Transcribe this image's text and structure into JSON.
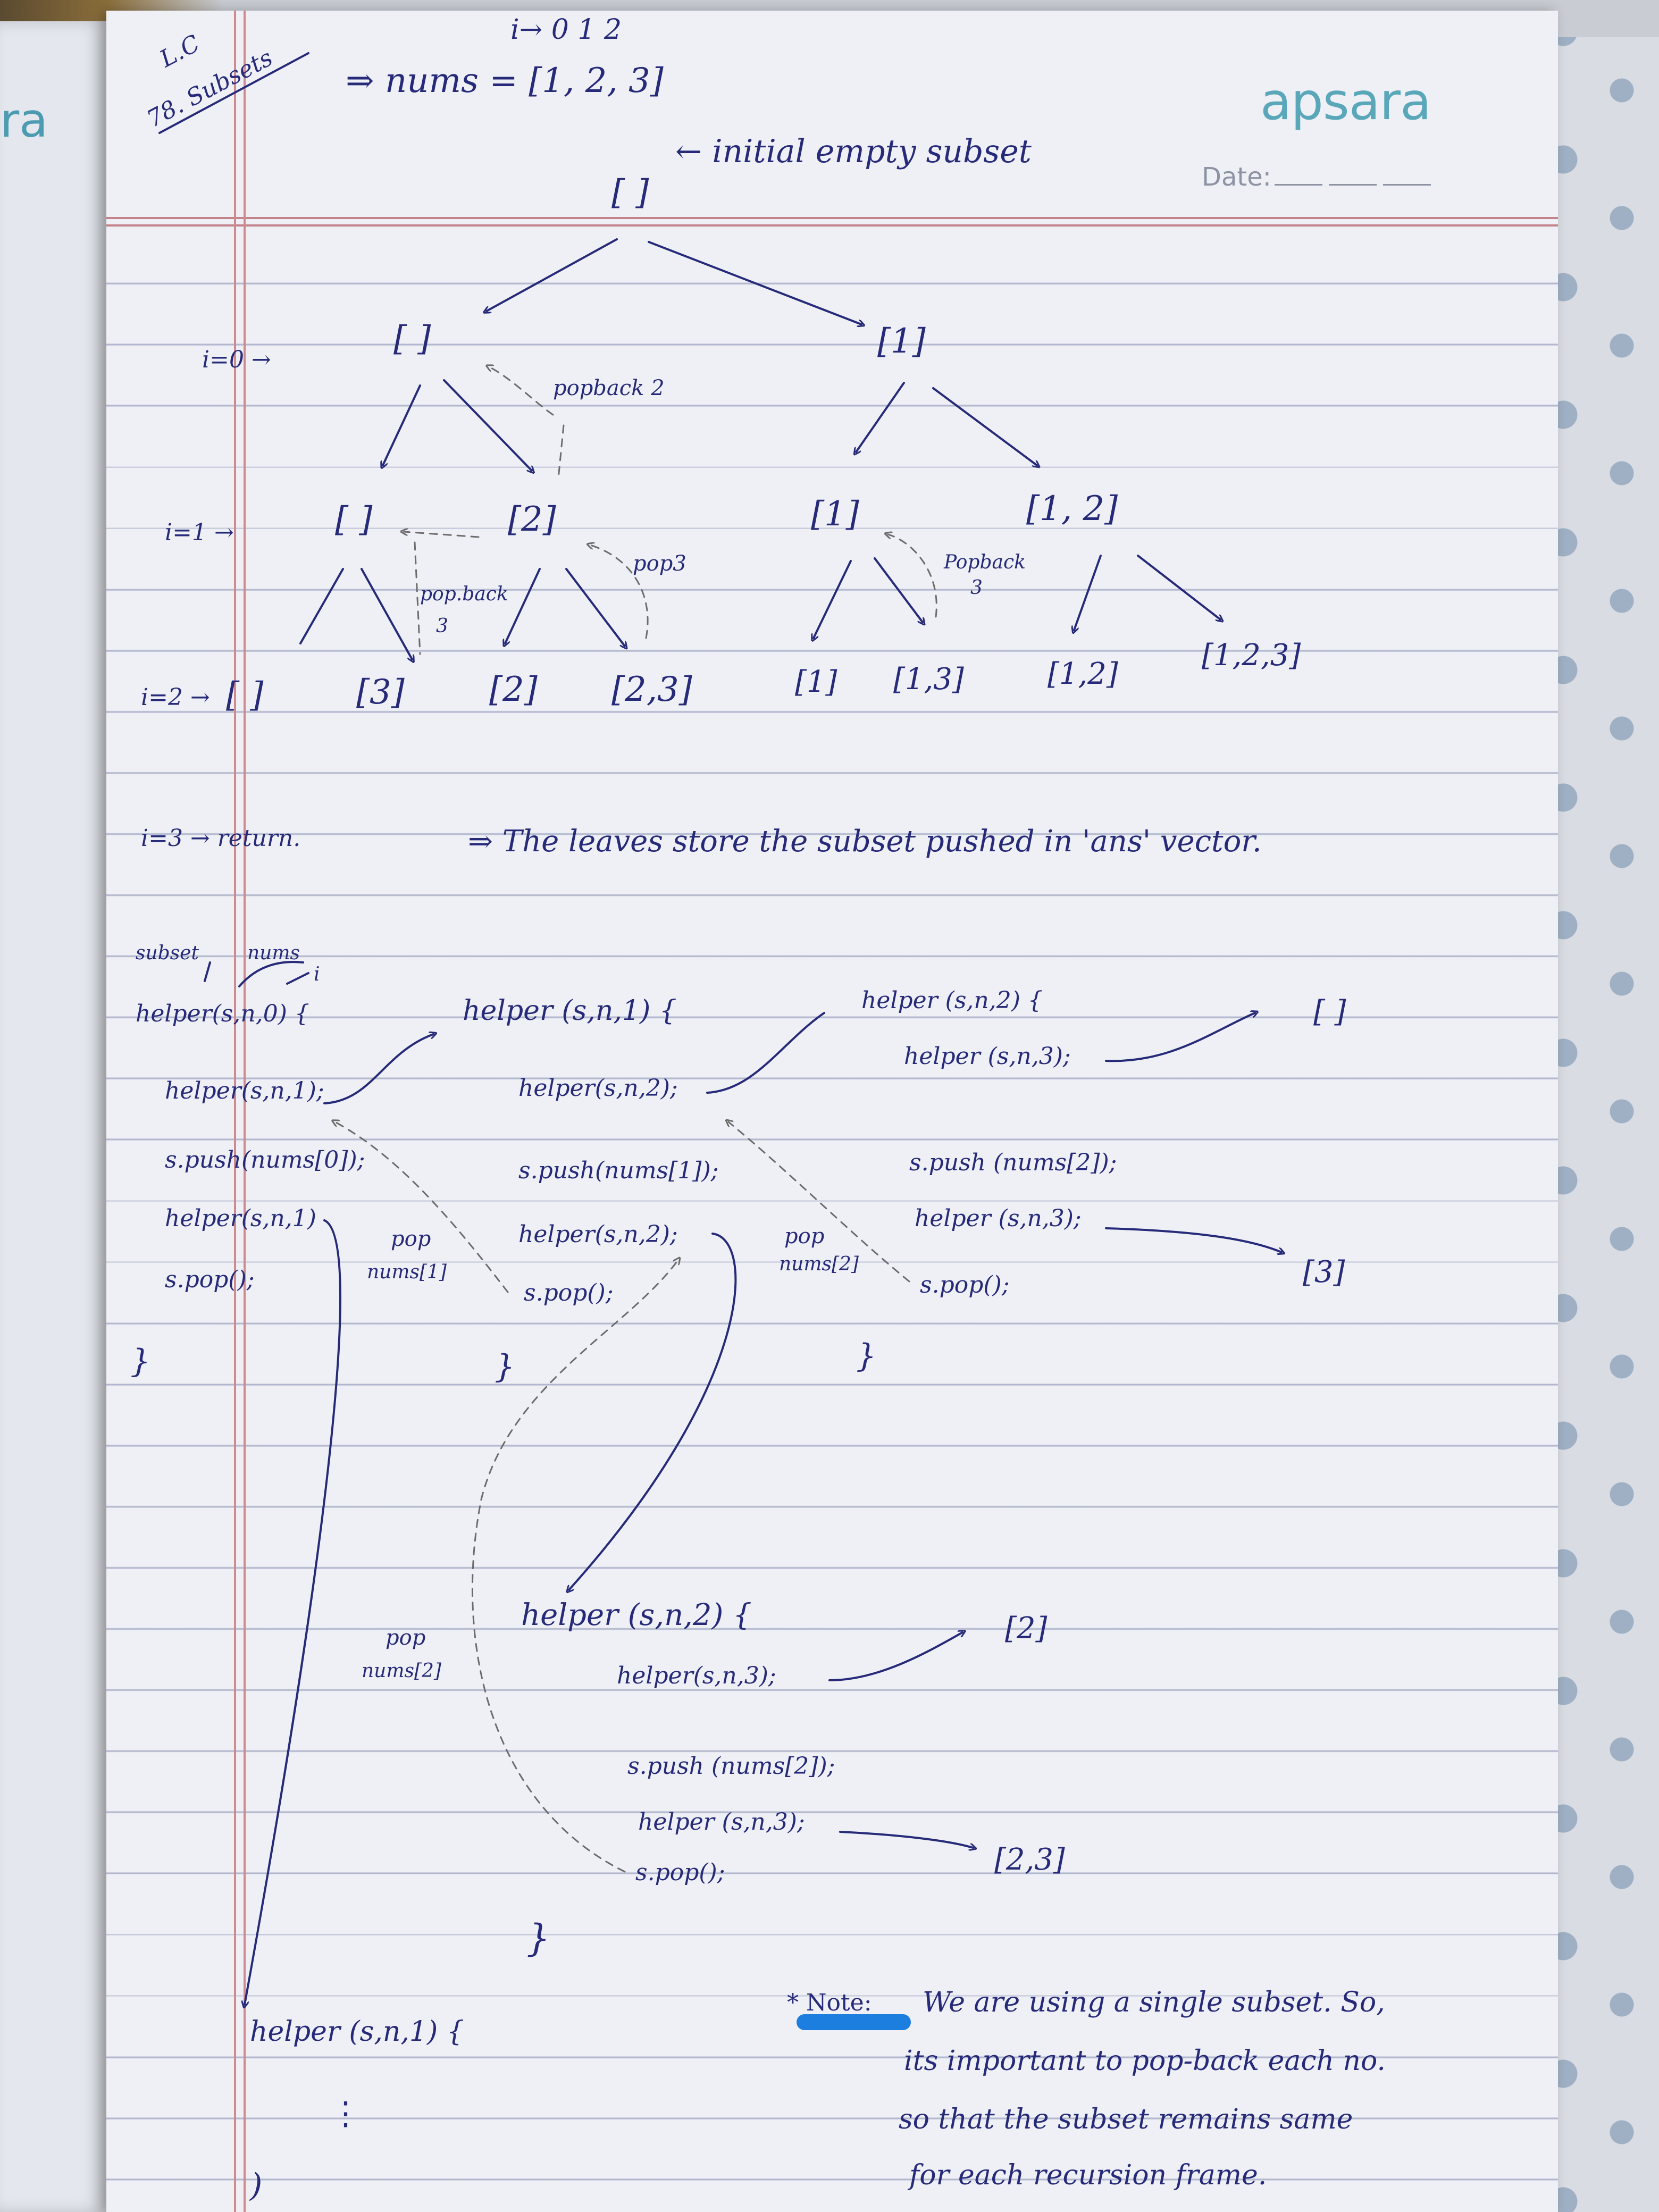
{
  "notebook": {
    "brand": "apsara",
    "date_label": "Date:",
    "left_page_logo": "ra"
  },
  "title": {
    "tag": "L.C",
    "problem": "78. Subsets",
    "index_header": "i→ 0 1 2",
    "nums": "⇒ nums = [1, 2, 3]",
    "root_note": "← initial empty subset"
  },
  "tree": {
    "root": "[ ]",
    "levels": {
      "l0": "i=0 →",
      "l1": "i=1 →",
      "l2": "i=2 →",
      "l3": "i=3 → return."
    },
    "level0": [
      "[ ]",
      "[1]"
    ],
    "level1": [
      "[ ]",
      "[2]",
      "[1]",
      "[1, 2]"
    ],
    "level2": [
      "[ ]",
      "[3]",
      "[2]",
      "[2,3]",
      "[1]",
      "[1,3]",
      "[1,2]",
      "[1,2,3]"
    ],
    "annotations": {
      "popback2": "popback 2",
      "popback3a": "pop.back",
      "popback3a_n": "3",
      "pop3": "pop3",
      "popback3b": "Popback",
      "popback3b_n": "3"
    },
    "leaves_note": "⇒ The leaves store the subset pushed in 'ans' vector."
  },
  "code": {
    "labels": {
      "subset": "subset",
      "nums": "nums",
      "i": "i"
    },
    "frame0": {
      "sig": "helper(s,n,0) {",
      "l1": "helper(s,n,1);",
      "l2": "s.push(nums[0]);",
      "l3": "helper(s,n,1)",
      "l4": "s.pop();",
      "close": "}"
    },
    "frame1": {
      "sig": "helper (s,n,1) {",
      "l1": "helper(s,n,2);",
      "l2": "s.push(nums[1]);",
      "l3": "helper(s,n,2);",
      "l4": "s.pop();",
      "close": "}"
    },
    "frame2": {
      "sig": "helper (s,n,2) {",
      "l1": "helper (s,n,3);",
      "l2": "s.push (nums[2]);",
      "l3": "helper (s,n,3);",
      "l4": "s.pop();",
      "close": "}"
    },
    "frame2b": {
      "sig": "helper (s,n,2) {",
      "l1": "helper(s,n,3);",
      "l2": "s.push (nums[2]);",
      "l3": "helper (s,n,3);",
      "l4": "s.pop();",
      "close": "}"
    },
    "frame1b": {
      "sig": "helper (s,n,1) {",
      "ellipsis": "⋮",
      "close": ")"
    },
    "results": {
      "r1": "[ ]",
      "r2": "[3]",
      "r3": "[2]",
      "r4": "[2,3]"
    },
    "pop_notes": {
      "p1a": "pop",
      "p1b": "nums[1]",
      "p2a": "pop",
      "p2b": "nums[2]",
      "p3a": "pop",
      "p3b": "nums[2]"
    }
  },
  "note": {
    "label": "* Note:",
    "line1": "We are using a single subset. So,",
    "line2": "its important to pop-back each no.",
    "line3": "so that the subset remains same",
    "line4": "for each recursion frame."
  },
  "colors": {
    "ink": "#262a78",
    "brand": "#5aa7ba",
    "margin": "#d08a8f",
    "highlight": "#1c7fe0"
  }
}
